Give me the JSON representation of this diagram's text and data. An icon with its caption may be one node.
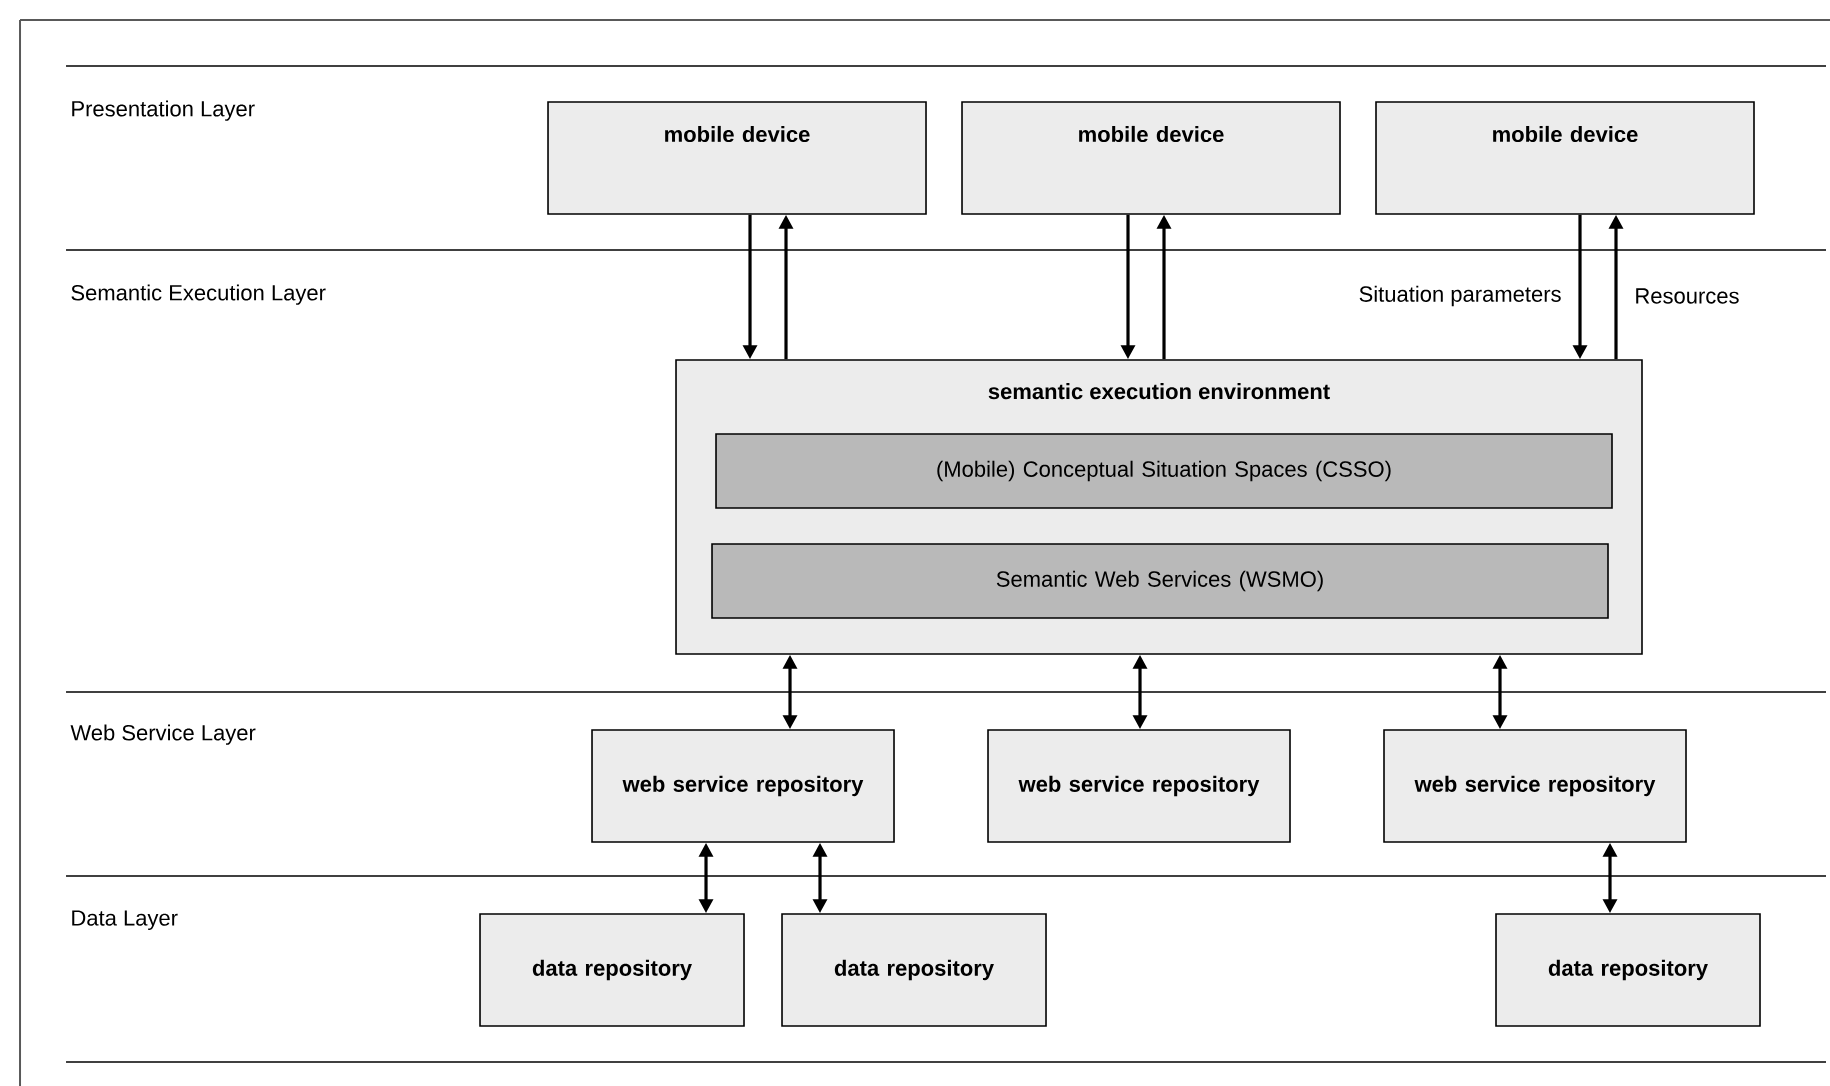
{
  "diagram": {
    "nodes": [
      {
        "text": [
          "mobile device"
        ]
      },
      {
        "text": [
          "mobile device"
        ]
      },
      {
        "text": [
          "mobile device"
        ]
      },
      {
        "text": [
          "semantic execution environment"
        ]
      },
      {
        "text": [
          "(Mobile) Conceptual Situation Spaces (CSSO)"
        ],
        "in": 3
      },
      {
        "text": [
          "Semantic Web Services (WSMO)"
        ],
        "in": 3
      },
      {
        "text": [
          "web service repository"
        ]
      },
      {
        "text": [
          "web service repository"
        ]
      },
      {
        "text": [
          "web service repository"
        ]
      },
      {
        "text": [
          "data repository"
        ]
      },
      {
        "text": [
          "data repository"
        ]
      },
      {
        "text": [
          "data repository"
        ]
      }
    ],
    "edges": [
      {
        "from": 0,
        "to": 3,
        "arrow": "to"
      },
      {
        "from": 3,
        "to": 0,
        "arrow": "to"
      },
      {
        "from": 1,
        "to": 3,
        "arrow": "to"
      },
      {
        "from": 3,
        "to": 1,
        "arrow": "to"
      },
      {
        "from": 2,
        "to": 3,
        "arrow": "to",
        "label": "Situation parameters"
      },
      {
        "from": 3,
        "to": 2,
        "arrow": "to",
        "label": "Resources"
      },
      {
        "from": 3,
        "to": 6,
        "arrow": "both"
      },
      {
        "from": 3,
        "to": 7,
        "arrow": "both"
      },
      {
        "from": 3,
        "to": 8,
        "arrow": "both"
      },
      {
        "from": 6,
        "to": 9,
        "arrow": "both"
      },
      {
        "from": 6,
        "to": 10,
        "arrow": "both"
      },
      {
        "from": 8,
        "to": 11,
        "arrow": "both"
      }
    ],
    "labels": [
      "Presentation Layer",
      "Semantic Execution Layer",
      "Web Service Layer",
      "Data Layer"
    ]
  }
}
